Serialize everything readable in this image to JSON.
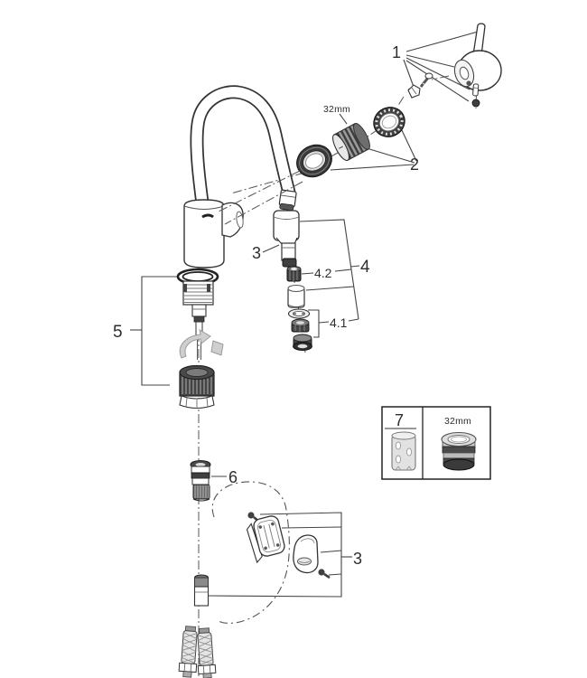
{
  "canvas": {
    "background": "#ffffff",
    "ink": "#333333",
    "shade_dark": "#3f3f3f",
    "shade_grey": "#9a9a9a",
    "shade_light": "#d2d2d2"
  },
  "labels": {
    "handle": "1",
    "cartridge": "2",
    "spray_head": "3",
    "mousseur": "4",
    "mousseur_inner": "4.1",
    "nut": "4.2",
    "body": "5",
    "check_valve": "6",
    "tool": "7",
    "size_top": "32mm",
    "size_box": "32mm",
    "holder": "3"
  }
}
